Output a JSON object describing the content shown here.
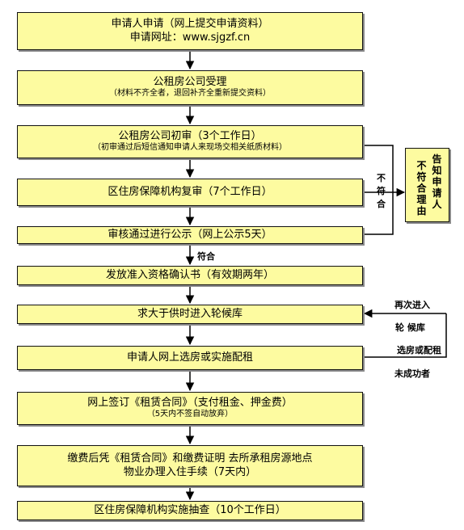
{
  "steps": [
    {
      "line1": "申请人申请（网上提交申请资料）",
      "line2": "申请网址：www.sjgzf.cn"
    },
    {
      "line1": "公租房公司受理",
      "line2": "（材料不齐全者，退回补齐全重新提交资料）"
    },
    {
      "line1": "公租房公司初审（3个工作日）",
      "line2": "（初审通过后短信通知申请人来现场交相关纸质材料）"
    },
    {
      "line1": "区住房保障机构复审（7个工作日）"
    },
    {
      "line1": "审核通过进行公示（网上公示5天）"
    },
    {
      "line1": "发放准入资格确认书（有效期两年）"
    },
    {
      "line1": "求大于供时进入轮候库"
    },
    {
      "line1": "申请人网上选房或实施配租"
    },
    {
      "line1": "网上签订《租赁合同》（支付租金、押金费）",
      "line2": "（5天内不签自动放弃）"
    },
    {
      "line1": "缴费后凭《租赁合同》和缴费证明 去所承租房源地点",
      "line2": "物业办理入住手续（7天内）"
    },
    {
      "line1": "区住房保障机构实施抽查（10个工作日）"
    }
  ],
  "labels": {
    "fu_he": "符合",
    "bu_fu_he_1": "不",
    "bu_fu_he_2": "符",
    "bu_fu_he_3": "合",
    "zai_ci_1": "再次进入",
    "zai_ci_2": "轮 候库",
    "xuan_fang_1": "选房或配租",
    "xuan_fang_2": "未成功者"
  },
  "side_box": {
    "col1": [
      "不",
      "符",
      "合",
      "理",
      "由"
    ],
    "col2": [
      "告",
      "知",
      "申",
      "请",
      "人"
    ]
  }
}
